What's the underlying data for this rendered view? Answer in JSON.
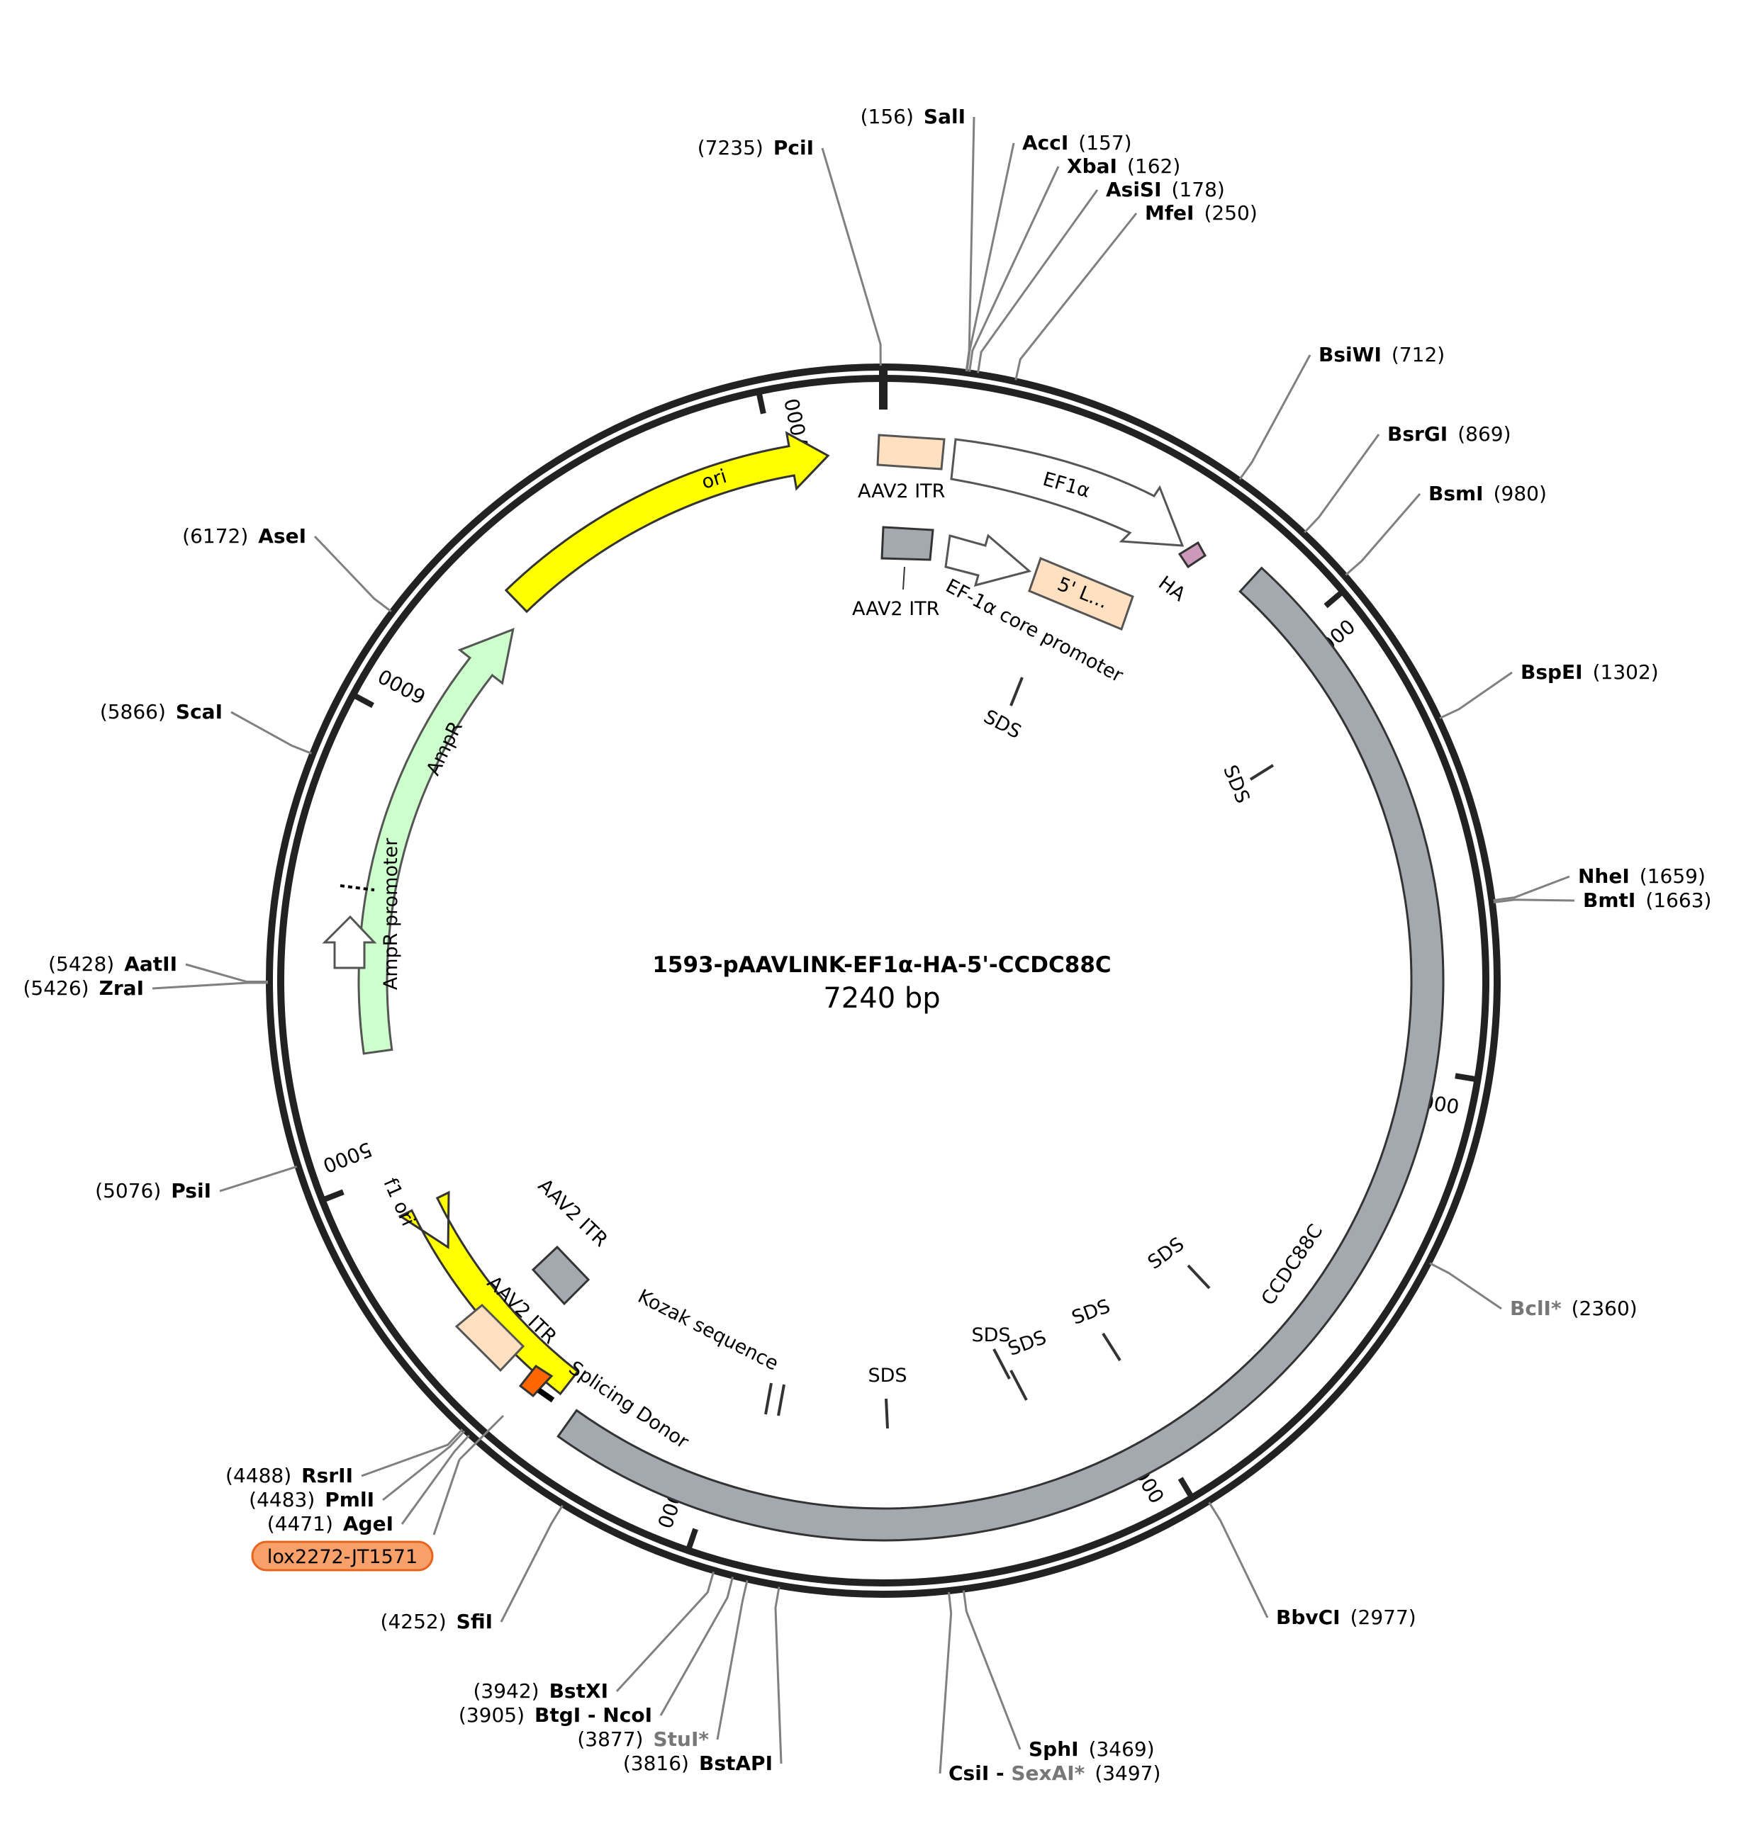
{
  "plasmid": {
    "name": "1593-pAAVLINK-EF1α-HA-5'-CCDC88C",
    "length_label": "7240 bp",
    "length": 7240
  },
  "tick_labels": [
    {
      "bp": 1000,
      "text": "1000"
    },
    {
      "bp": 2000,
      "text": "2000"
    },
    {
      "bp": 3000,
      "text": "3000"
    },
    {
      "bp": 4000,
      "text": "4000"
    },
    {
      "bp": 5000,
      "text": "5000"
    },
    {
      "bp": 6000,
      "text": "6000"
    },
    {
      "bp": 7000,
      "text": "7000"
    }
  ],
  "sites": [
    {
      "name": "SalI",
      "pos": "(156)",
      "bp": 156
    },
    {
      "name": "AccI",
      "pos": "(157)",
      "bp": 157
    },
    {
      "name": "XbaI",
      "pos": "(162)",
      "bp": 162
    },
    {
      "name": "AsiSI",
      "pos": "(178)",
      "bp": 178
    },
    {
      "name": "MfeI",
      "pos": "(250)",
      "bp": 250
    },
    {
      "name": "BsiWI",
      "pos": "(712)",
      "bp": 712
    },
    {
      "name": "BsrGI",
      "pos": "(869)",
      "bp": 869
    },
    {
      "name": "BsmI",
      "pos": "(980)",
      "bp": 980
    },
    {
      "name": "BspEI",
      "pos": "(1302)",
      "bp": 1302
    },
    {
      "name": "NheI",
      "pos": "(1659)",
      "bp": 1659
    },
    {
      "name": "BmtI",
      "pos": "(1663)",
      "bp": 1663
    },
    {
      "name": "BclI*",
      "pos": "(2360)",
      "bp": 2360,
      "gray": true
    },
    {
      "name": "BbvCI",
      "pos": "(2977)",
      "bp": 2977
    },
    {
      "name": "SphI",
      "pos": "(3469)",
      "bp": 3469
    },
    {
      "name": "CsiI - ",
      "name2": "SexAI*",
      "pos": "(3497)",
      "bp": 3497
    },
    {
      "name": "BstAPI",
      "pos": "(3816)",
      "bp": 3816
    },
    {
      "name": "StuI*",
      "pos": "(3877)",
      "bp": 3877,
      "gray": true
    },
    {
      "name": "BtgI - NcoI",
      "pos": "(3905)",
      "bp": 3905
    },
    {
      "name": "BstXI",
      "pos": "(3942)",
      "bp": 3942
    },
    {
      "name": "SfiI",
      "pos": "(4252)",
      "bp": 4252
    },
    {
      "name": "AgeI",
      "pos": "(4471)",
      "bp": 4471
    },
    {
      "name": "PmlI",
      "pos": "(4483)",
      "bp": 4483
    },
    {
      "name": "RsrII",
      "pos": "(4488)",
      "bp": 4488
    },
    {
      "name": "PsiI",
      "pos": "(5076)",
      "bp": 5076
    },
    {
      "name": "ZraI",
      "pos": "(5426)",
      "bp": 5426
    },
    {
      "name": "AatII",
      "pos": "(5428)",
      "bp": 5428
    },
    {
      "name": "ScaI",
      "pos": "(5866)",
      "bp": 5866
    },
    {
      "name": "AseI",
      "pos": "(6172)",
      "bp": 6172
    },
    {
      "name": "PciI",
      "pos": "(7235)",
      "bp": 7235
    }
  ],
  "special_feature": {
    "label": "lox2272-JT1571",
    "color": "#f7a06a",
    "border": "#e8641e"
  },
  "features": {
    "ori": "ori",
    "aav2_itr_top": "AAV2 ITR",
    "ef1a": "EF1α",
    "aav2_itr_inner": "AAV2 ITR",
    "ef1a_core": "EF-1α core promoter",
    "five_l": "5' L...",
    "ha": "HA",
    "ampr": "AmpR",
    "ampr_promoter": "AmpR promoter",
    "f1_ori": "f1 ori",
    "aav2_itr_bottom": "AAV2 ITR",
    "aav2_itr_bottom2": "AAV2 ITR",
    "kozak": "Kozak sequence",
    "splicing_donor": "Splicing Donor",
    "ccdc88c": "CCDC88C",
    "sds": "SDS"
  },
  "colors": {
    "backbone": "#222222",
    "ori": "#ffff00",
    "itr": "#ffe0c0",
    "ampr": "#ccffcc",
    "cds": "#a4a9b0",
    "ha": "#cc99bb",
    "splice": "#ff6600",
    "lines": "#808080"
  }
}
